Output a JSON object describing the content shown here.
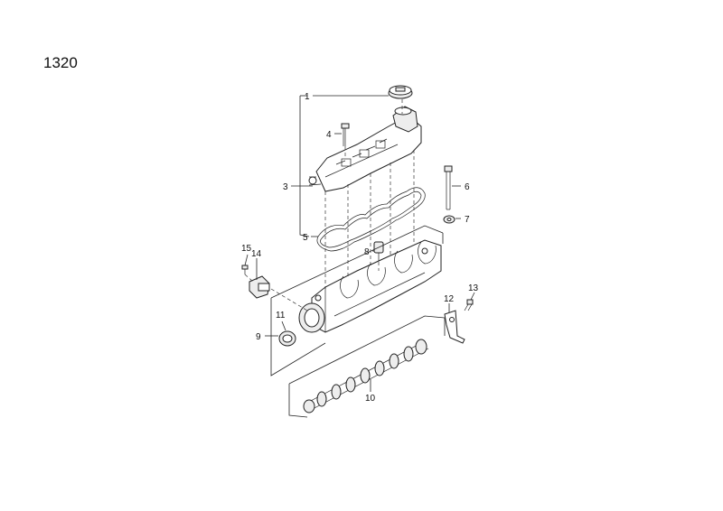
{
  "diagram": {
    "title": "1320",
    "callouts": [
      {
        "id": "c1",
        "text": "1"
      },
      {
        "id": "c3",
        "text": "3"
      },
      {
        "id": "c4",
        "text": "4"
      },
      {
        "id": "c5",
        "text": "5"
      },
      {
        "id": "c6",
        "text": "6"
      },
      {
        "id": "c7",
        "text": "7"
      },
      {
        "id": "c8",
        "text": "8"
      },
      {
        "id": "c9",
        "text": "9"
      },
      {
        "id": "c10",
        "text": "10"
      },
      {
        "id": "c11",
        "text": "11"
      },
      {
        "id": "c12",
        "text": "12"
      },
      {
        "id": "c13",
        "text": "13"
      },
      {
        "id": "c14",
        "text": "14"
      },
      {
        "id": "c15",
        "text": "15"
      }
    ]
  }
}
